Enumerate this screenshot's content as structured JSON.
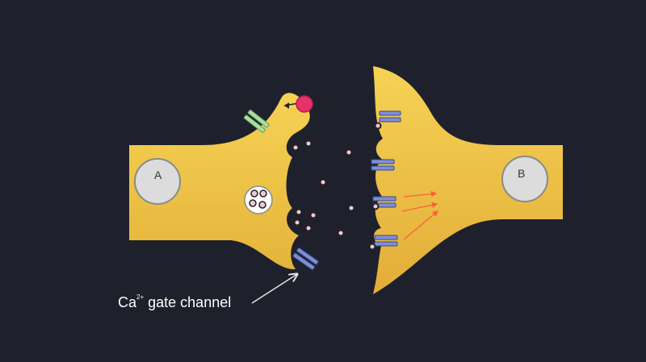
{
  "diagram": {
    "neuron_a_label": "A",
    "neuron_b_label": "B",
    "caption_prefix": "Ca",
    "caption_superscript": "2+",
    "caption_suffix": " gate channel"
  },
  "colors": {
    "background": "#1e212c",
    "neuron_fill": "#f0c63e",
    "nucleus_fill": "#dcdcdc",
    "receptor": "#7e8fd6",
    "transporter_channel": "#a9e0a0",
    "vesicle_dot": "#f3c6d6",
    "pump": "#e6326a",
    "signal_arrow": "#ff5a3c",
    "caption_text": "#ffffff"
  }
}
